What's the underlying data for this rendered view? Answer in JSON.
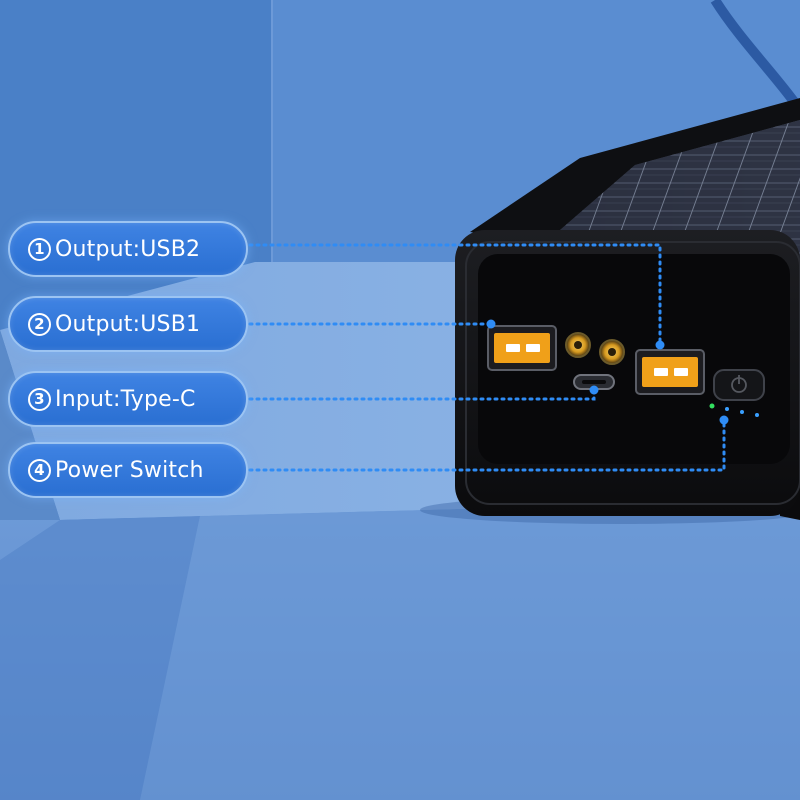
{
  "callouts": [
    {
      "number": "1",
      "text": "Output:USB2",
      "target": "usb-port-2"
    },
    {
      "number": "2",
      "text": "Output:USB1",
      "target": "usb-port-1"
    },
    {
      "number": "3",
      "text": "Input:Type-C",
      "target": "type-c-port"
    },
    {
      "number": "4",
      "text": "Power Switch",
      "target": "power-switch"
    }
  ],
  "colors": {
    "background": "#4f84c8",
    "label_fill": "#2f74d8",
    "label_border": "#9cc4f2",
    "leader_dots": "#2f8cf5",
    "device_body": "#121316",
    "usb_insert": "#f0a019",
    "led_indicator": "#33e060"
  }
}
